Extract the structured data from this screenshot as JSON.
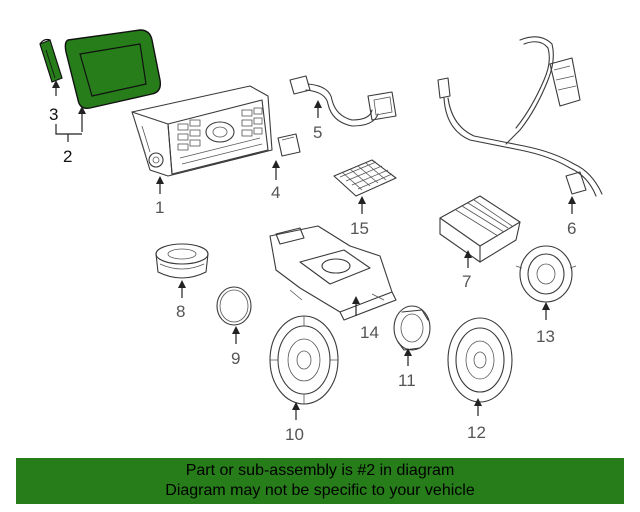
{
  "callouts": {
    "c1": "1",
    "c2": "2",
    "c3": "3",
    "c4": "4",
    "c5": "5",
    "c6": "6",
    "c7": "7",
    "c8": "8",
    "c9": "9",
    "c10": "10",
    "c11": "11",
    "c12": "12",
    "c13": "13",
    "c14": "14",
    "c15": "15"
  },
  "banner": {
    "line1": "Part or sub-assembly is #2 in diagram",
    "line2": "Diagram may not be specific to your vehicle"
  },
  "colors": {
    "banner_bg": "#267d1a",
    "highlight": "#267d1a"
  }
}
